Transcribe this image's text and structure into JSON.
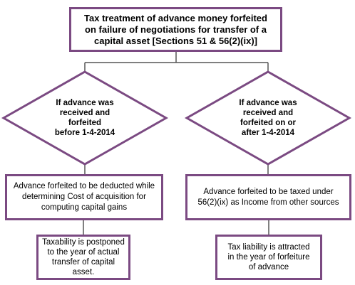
{
  "title": "Tax treatment of advance money forfeited\non failure of negotiations for transfer of a\ncapital asset  [Sections 51 & 56(2)(ix)]",
  "left_branch": {
    "decision": "If advance was\nreceived and\nforfeited\nbefore 1-4-2014",
    "treatment": "Advance forfeited to be deducted while\ndetermining Cost of acquisition for\ncomputing capital gains",
    "outcome": "Taxability is  postponed\nto the year of actual\ntransfer of capital asset."
  },
  "right_branch": {
    "decision": "If  advance was\nreceived and\nforfeited on or\nafter 1-4-2014",
    "treatment": "Advance forfeited to be taxed under\n56(2)(ix) as Income from other sources",
    "outcome": "Tax liability is attracted\nin the year of forfeiture\nof advance"
  },
  "colors": {
    "border": "#7b4a82",
    "connector": "#555555",
    "background": "#ffffff"
  }
}
